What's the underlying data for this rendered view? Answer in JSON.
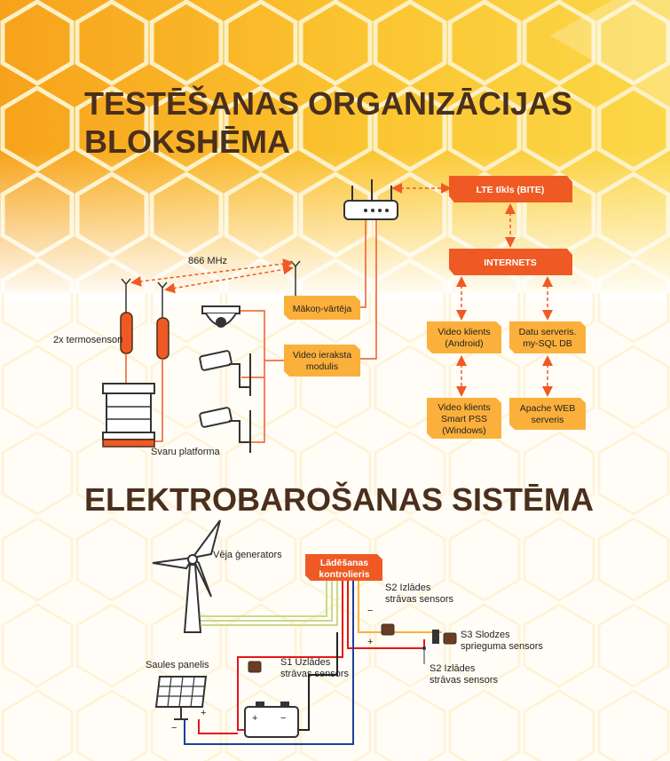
{
  "section1": {
    "title_line1": "TESTĒŠANAS ORGANIZĀCIJAS",
    "title_line2": "BLOKSHĒMA"
  },
  "section2": {
    "title": "ELEKTROBAROŠANAS SISTĒMA"
  },
  "scheme": {
    "radio_label": "866 MHz",
    "thermo_label": "2x termosensori",
    "scale_label": "Svaru platforma",
    "gateway": "Mākoņ-vārtēja",
    "video_module_line1": "Video ieraksta",
    "video_module_line2": "modulis",
    "lte": "LTE tīkls (BITE)",
    "internet": "INTERNETS",
    "video_android_line1": "Video klients",
    "video_android_line2": "(Android)",
    "data_server_line1": "Datu serveris.",
    "data_server_line2": "my-SQL DB",
    "video_pss_line1": "Video klients",
    "video_pss_line2": "Smart PSS",
    "video_pss_line3": "(Windows)",
    "apache_line1": "Apache WEB",
    "apache_line2": "serveris"
  },
  "power": {
    "wind_label": "Vēja ģenerators",
    "controller_line1": "Lādēšanas",
    "controller_line2": "kontrolieris",
    "solar_label": "Saules panelis",
    "s1_line1": "S1 Uzlādes",
    "s1_line2": "strāvas sensors",
    "s2a_line1": "S2 Izlādes",
    "s2a_line2": "strāvas sensors",
    "s3_line1": "S3 Slodzes",
    "s3_line2": "sprieguma sensors",
    "s2b_line1": "S2 Izlādes",
    "s2b_line2": "strāvas sensors",
    "plus": "+",
    "minus": "−"
  },
  "colors": {
    "orange_box": "#ef5a24",
    "yellow_box": "#fbb03b",
    "title_brown": "#4a2f1c",
    "wire_orange": "#f15a24",
    "wire_red": "#e3161b",
    "wire_blue": "#1f3f9a",
    "wire_green": "#c8d98a"
  }
}
